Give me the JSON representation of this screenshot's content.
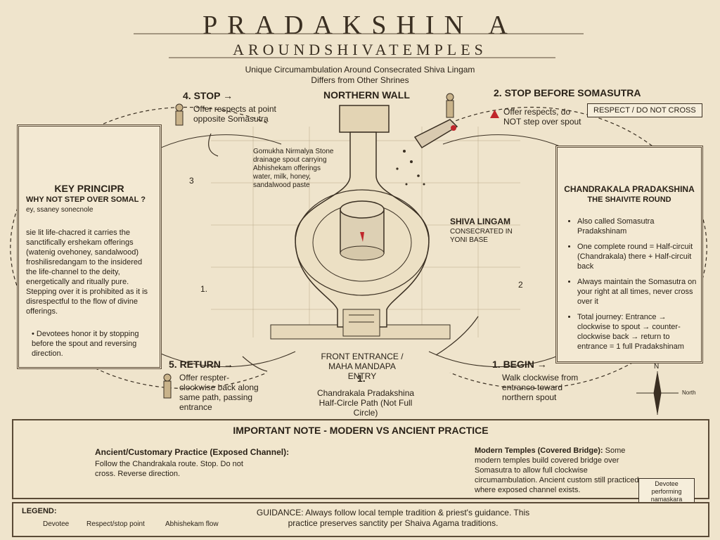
{
  "title": "PRADAKSHIN A",
  "subtitle": "AROUNDSHIVATEMPLES",
  "tagline": "Unique Circumambulation Around Consecrated Shiva Lingam Differs from Other Shrines",
  "diagram": {
    "northern_wall": "NORTHERN WALL",
    "gomukha": "Gomukha Nirmalya Stone drainage spout carrying Abhishekam offerings water, milk, honey, sandalwood paste",
    "shiva_lingam_title": "SHIVA LINGAM",
    "shiva_lingam_sub": "CONSECRATED IN YONI BASE",
    "front_entrance": "FRONT ENTRANCE / MAHA MANDAPA ENTRY",
    "path_number_bottom": "1.",
    "path_caption": "Chandrakala Pradakshina Half-Circle Path (Not Full Circle)",
    "left_path_num": "1.",
    "right_path_num": "2",
    "top_left_num": "3"
  },
  "steps": {
    "stop4_title": "4. STOP →",
    "stop4_text": "Offer respects at point opposite Somasutra",
    "stop2_title": "2. STOP BEFORE SOMASUTRA",
    "stop2_text": "Offer respects, do NOT step over spout",
    "respect_badge": "RESPECT / DO NOT CROSS",
    "return5_title": "5. RETURN →",
    "return5_text": "Offer respter-clockwise back along same path, passing entrance",
    "begin1_title": "1. BEGIN →",
    "begin1_text": "Walk clockwise from entrance toward northern spout"
  },
  "key_panel": {
    "title": "KEY PRINCIPR",
    "subtitle": "WHY NOT STEP OVER SOMAL ?",
    "line3": "ey, ssaney sonecnole",
    "para": "sie lit life-chacred it carries the sanctifically ershekam offerings (watenig ovehoney, sandalwood) froshilisredangam to the insidered the life-channel to the deity, energetically and ritually pure. Stepping over it is prohibited as it is disrespectful to the flow of divine offerings.",
    "bullet": "Devotees honor it by stopping before the spout and reversing direction."
  },
  "chandrakala_panel": {
    "title": "CHANDRAKALA PRADAKSHINA",
    "subtitle": "THE SHAIVITE ROUND",
    "bullets": [
      "Also called Somasutra Pradakshinam",
      "One complete round = Half-circuit (Chandrakala) there + Half-circuit back",
      "Always maintain the Somasutra on your right at all times, never cross over it",
      "Total journey: Entrance → clockwise to spout → counter-clockwise back → return to entrance = 1 full Pradakshinam"
    ]
  },
  "compass": {
    "north": "N",
    "east": "North"
  },
  "note": {
    "title": "IMPORTANT NOTE - MODERN VS ANCIENT PRACTICE",
    "ancient_title": "Ancient/Customary Practice (Exposed Channel):",
    "ancient_text": "Follow the Chandrakala route. Stop. Do not cross. Reverse direction.",
    "modern_title": "Modern Temples (Covered Bridge):",
    "modern_text": "Some modern temples build covered bridge over Somasutra to allow full clockwise circumambulation. Ancient custom still practiced where exposed channel exists.",
    "devotee_caption": "Devotee performing namaskara"
  },
  "legend": {
    "title": "LEGEND:",
    "items": [
      "Devotee",
      "Respect/stop point",
      "Abhishekam flow"
    ],
    "guidance": "GUIDANCE: Always follow local temple tradition & priest's guidance. This practice preserves sanctity per Shaiva Agama traditions."
  },
  "colors": {
    "ink": "#2a2218",
    "paper": "#efe4cc",
    "accent_red": "#c0262b",
    "accent_blue": "#2a6fc0"
  }
}
